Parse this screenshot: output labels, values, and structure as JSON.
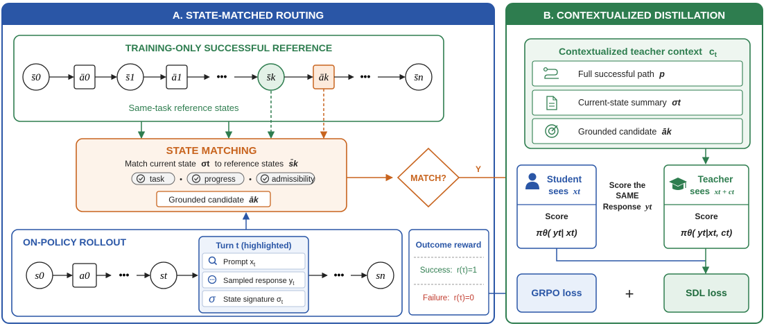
{
  "colors": {
    "blue": "#2a56a6",
    "blue_dark": "#1f4e96",
    "green": "#2e7d4f",
    "green_dark": "#1e6a3c",
    "orange": "#c8641e",
    "red": "#c0392b",
    "gray": "#555555"
  },
  "panel_a": {
    "title": "A. STATE-MATCHED ROUTING",
    "reference": {
      "title": "TRAINING-ONLY SUCCESSFUL REFERENCE",
      "chain": [
        "s̄0",
        "ā0",
        "s̄1",
        "ā1",
        "•••",
        "s̄k",
        "āk",
        "•••",
        "s̄n"
      ],
      "caption": "Same-task reference states"
    },
    "matching": {
      "title": "STATE MATCHING",
      "desc_pre": "Match current state",
      "desc_sym1": "σt",
      "desc_mid": "to reference states",
      "desc_sym2": "s̄k",
      "chips": [
        "task",
        "progress",
        "admissibility"
      ],
      "bullet": "•",
      "candidate_label": "Grounded candidate",
      "candidate_sym": "āk"
    },
    "decision": {
      "label": "MATCH?",
      "yes": "Y"
    },
    "rollout": {
      "title": "ON-POLICY ROLLOUT",
      "chain": [
        "s0",
        "a0",
        "•••",
        "st",
        "•••",
        "sn"
      ],
      "turn_title": "Turn t (highlighted)",
      "turn_items": [
        {
          "icon": "search-icon",
          "text": "Prompt x",
          "sub": "t"
        },
        {
          "icon": "chat-icon",
          "text": "Sampled response y",
          "sub": "t"
        },
        {
          "icon": "sigma-icon",
          "text": "State signature σ",
          "sub": "t"
        }
      ]
    },
    "reward": {
      "title": "Outcome reward",
      "success": "Success:  r(τ)=1",
      "failure": "Failure:  r(τ)=0"
    }
  },
  "panel_b": {
    "title": "B. CONTEXTUALIZED DISTILLATION",
    "context": {
      "title": "Contextualized teacher context",
      "title_sym": "c",
      "title_sub": "t",
      "items": [
        {
          "icon": "path-icon",
          "text": "Full successful path",
          "sym": "p"
        },
        {
          "icon": "document-icon",
          "text": "Current-state summary",
          "sym": "σt"
        },
        {
          "icon": "target-icon",
          "text": "Grounded candidate",
          "sym": "āk"
        }
      ]
    },
    "student": {
      "title": "Student",
      "sees": "sees",
      "sees_sym": "xt",
      "score": "Score",
      "formula": "πθ( yt| xt)"
    },
    "teacher": {
      "title": "Teacher",
      "sees": "sees",
      "sees_sym": "xt + ct",
      "score": "Score",
      "formula": "πθ( yt|xt, ct)"
    },
    "compare": {
      "line1": "Score the",
      "line2": "SAME",
      "line3": "Response",
      "sym": "yt"
    },
    "losses": {
      "grpo": "GRPO loss",
      "plus": "+",
      "sdl": "SDL loss"
    }
  }
}
